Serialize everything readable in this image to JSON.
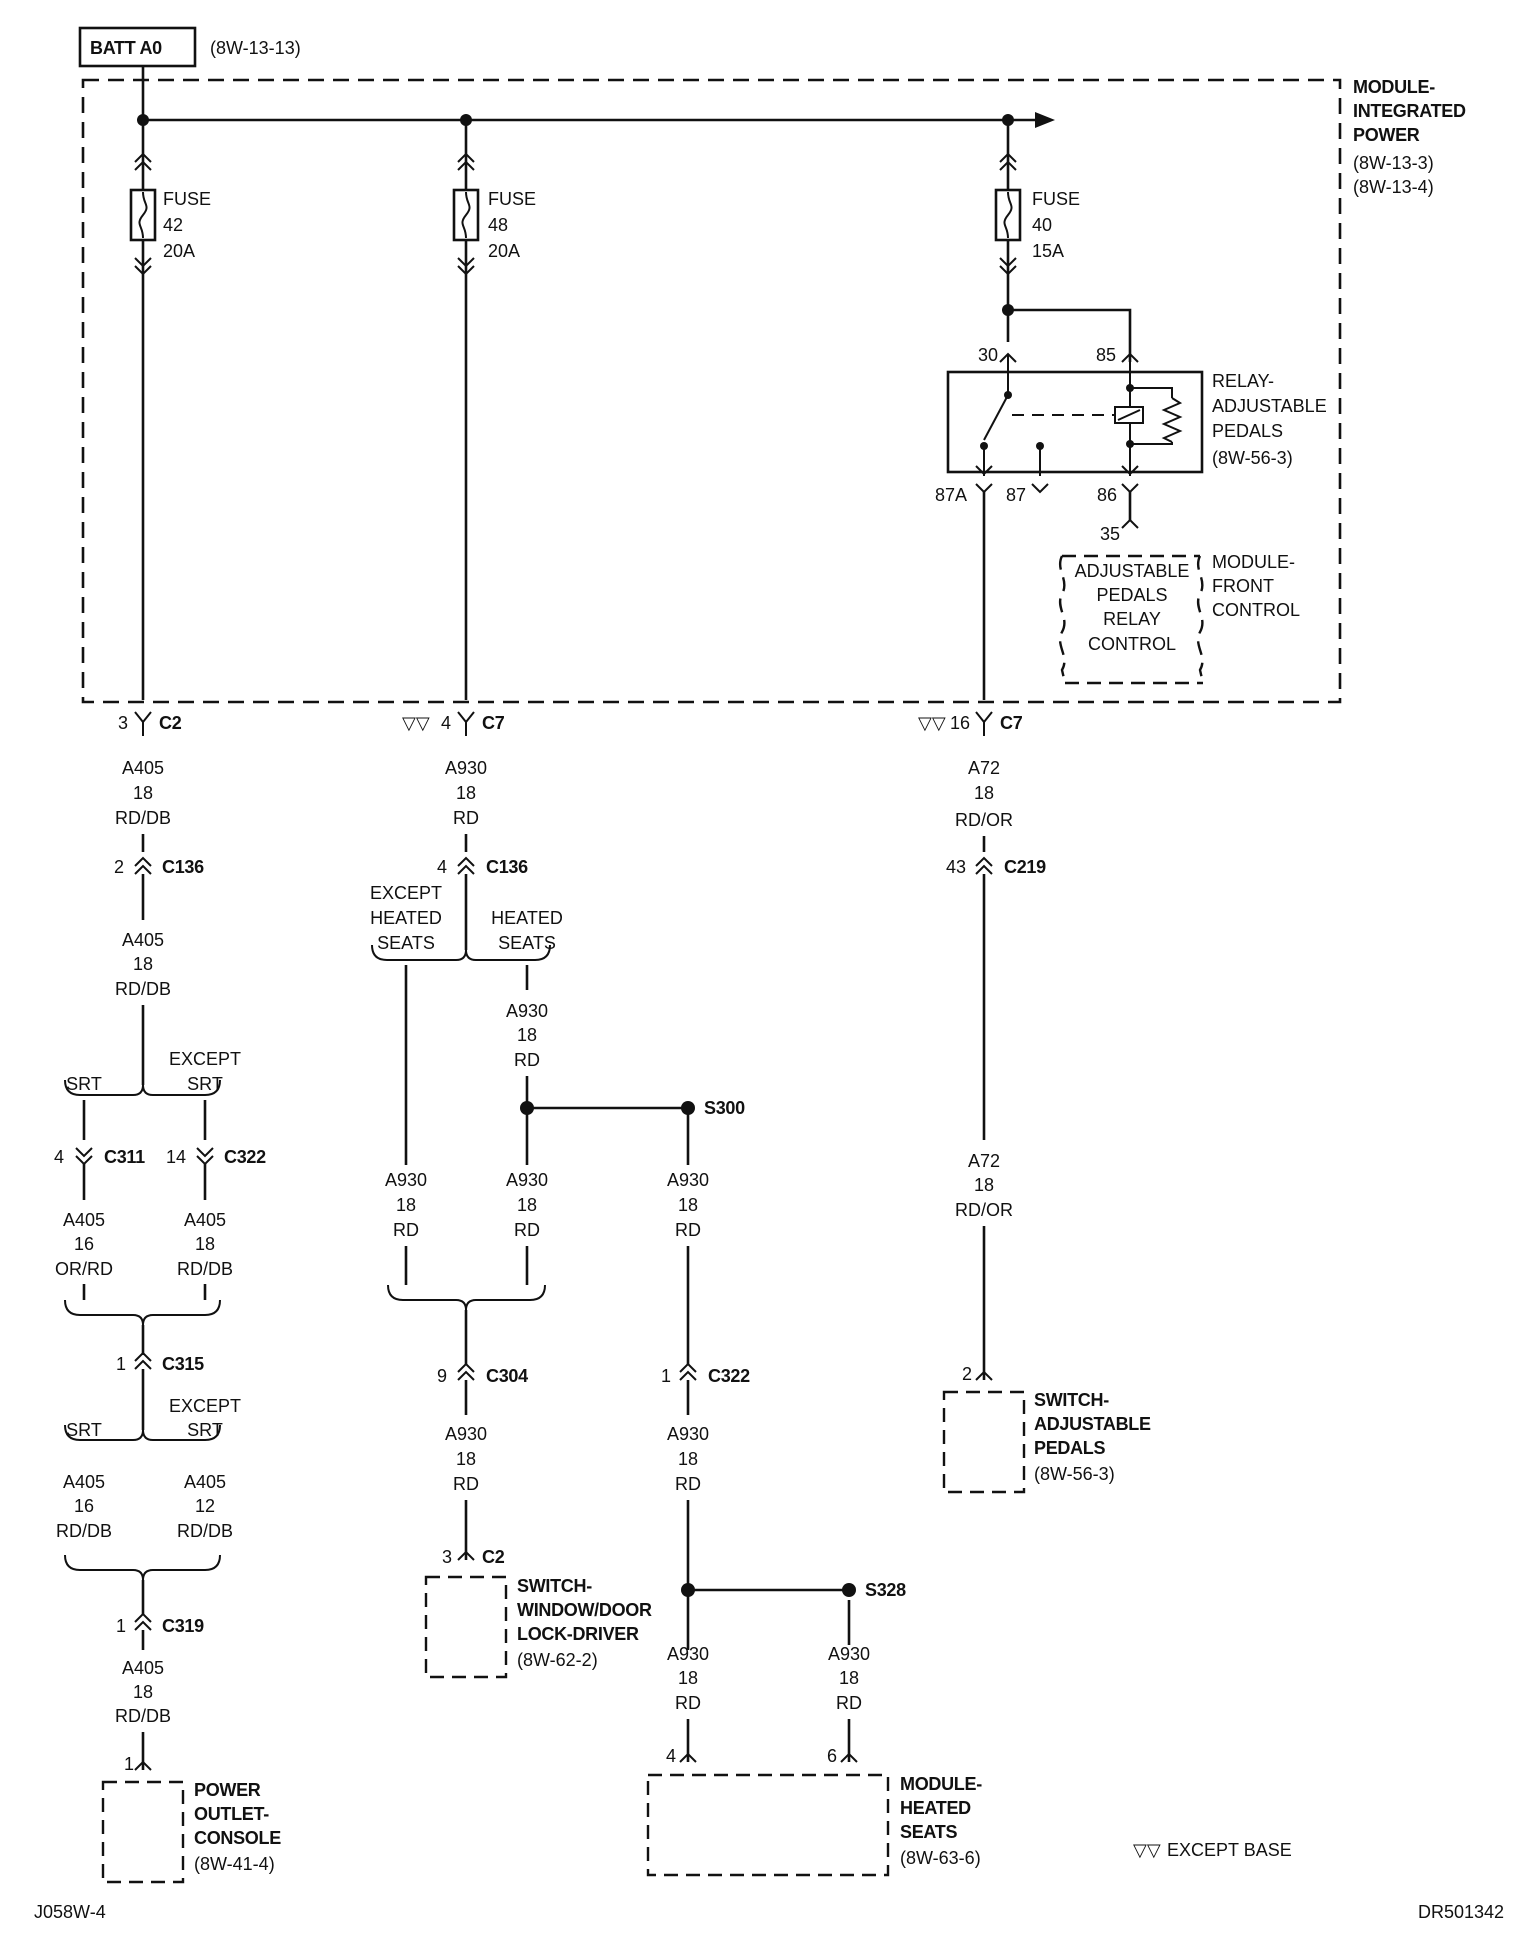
{
  "battery": {
    "box": "BATT A0",
    "ref": "(8W-13-13)"
  },
  "module_integrated_power": {
    "title_l1": "MODULE-",
    "title_l2": "INTEGRATED",
    "title_l3": "POWER",
    "ref1": "(8W-13-3)",
    "ref2": "(8W-13-4)"
  },
  "fuses": [
    {
      "label": "FUSE",
      "number": "42",
      "rating": "20A"
    },
    {
      "label": "FUSE",
      "number": "48",
      "rating": "20A"
    },
    {
      "label": "FUSE",
      "number": "40",
      "rating": "15A"
    }
  ],
  "relay": {
    "title_l1": "RELAY-",
    "title_l2": "ADJUSTABLE",
    "title_l3": "PEDALS",
    "ref": "(8W-56-3)",
    "pin_30": "30",
    "pin_85": "85",
    "pin_87a": "87A",
    "pin_87": "87",
    "pin_86": "86"
  },
  "front_control": {
    "pin": "35",
    "inner_l1": "ADJUSTABLE",
    "inner_l2": "PEDALS",
    "inner_l3": "RELAY",
    "inner_l4": "CONTROL",
    "title_l1": "MODULE-",
    "title_l2": "FRONT",
    "title_l3": "CONTROL"
  },
  "connectors": {
    "c2_top": {
      "pin": "3",
      "name": "C2"
    },
    "c7_mid": {
      "pin": "4",
      "name": "C7"
    },
    "c7_right": {
      "pin": "16",
      "name": "C7"
    },
    "c136_left": {
      "pin": "2",
      "name": "C136"
    },
    "c136_mid": {
      "pin": "4",
      "name": "C136"
    },
    "c219": {
      "pin": "43",
      "name": "C219"
    },
    "c311": {
      "pin": "4",
      "name": "C311"
    },
    "c322_left": {
      "pin": "14",
      "name": "C322"
    },
    "c315": {
      "pin": "1",
      "name": "C315"
    },
    "c319": {
      "pin": "1",
      "name": "C319"
    },
    "c304": {
      "pin": "9",
      "name": "C304"
    },
    "c322_mid": {
      "pin": "1",
      "name": "C322"
    },
    "c2_bottom": {
      "pin": "3",
      "name": "C2"
    }
  },
  "wires": {
    "a405_a": {
      "circuit": "A405",
      "gauge": "18",
      "color": "RD/DB"
    },
    "a405_b": {
      "circuit": "A405",
      "gauge": "18",
      "color": "RD/DB"
    },
    "a405_srt": {
      "circuit": "A405",
      "gauge": "16",
      "color": "OR/RD"
    },
    "a405_exc": {
      "circuit": "A405",
      "gauge": "18",
      "color": "RD/DB"
    },
    "a405_srt2": {
      "circuit": "A405",
      "gauge": "16",
      "color": "RD/DB"
    },
    "a405_exc2": {
      "circuit": "A405",
      "gauge": "12",
      "color": "RD/DB"
    },
    "a405_c": {
      "circuit": "A405",
      "gauge": "18",
      "color": "RD/DB"
    },
    "a930_a": {
      "circuit": "A930",
      "gauge": "18",
      "color": "RD"
    },
    "a930_b": {
      "circuit": "A930",
      "gauge": "18",
      "color": "RD"
    },
    "a930_c": {
      "circuit": "A930",
      "gauge": "18",
      "color": "RD"
    },
    "a930_d": {
      "circuit": "A930",
      "gauge": "18",
      "color": "RD"
    },
    "a930_e": {
      "circuit": "A930",
      "gauge": "18",
      "color": "RD"
    },
    "a930_f": {
      "circuit": "A930",
      "gauge": "18",
      "color": "RD"
    },
    "a930_g": {
      "circuit": "A930",
      "gauge": "18",
      "color": "RD"
    },
    "a930_h": {
      "circuit": "A930",
      "gauge": "18",
      "color": "RD"
    },
    "a930_i": {
      "circuit": "A930",
      "gauge": "18",
      "color": "RD"
    },
    "a72_a": {
      "circuit": "A72",
      "gauge": "18",
      "color": "RD/OR"
    },
    "a72_b": {
      "circuit": "A72",
      "gauge": "18",
      "color": "RD/OR"
    }
  },
  "options": {
    "srt": "SRT",
    "except_l1": "EXCEPT",
    "except_srt": "SRT",
    "srt2": "SRT",
    "except2_l1": "EXCEPT",
    "except2_srt": "SRT",
    "except_heated_l1": "EXCEPT",
    "except_heated_l2": "HEATED",
    "except_heated_l3": "SEATS",
    "heated_l1": "HEATED",
    "heated_l2": "SEATS"
  },
  "splices": {
    "s300": "S300",
    "s328": "S328"
  },
  "components": {
    "power_outlet": {
      "pin": "1",
      "l1": "POWER",
      "l2": "OUTLET-",
      "l3": "CONSOLE",
      "ref": "(8W-41-4)"
    },
    "switch_window": {
      "l1": "SWITCH-",
      "l2": "WINDOW/DOOR",
      "l3": "LOCK-DRIVER",
      "ref": "(8W-62-2)"
    },
    "heated_seats": {
      "pin_a": "4",
      "pin_b": "6",
      "l1": "MODULE-",
      "l2": "HEATED",
      "l3": "SEATS",
      "ref": "(8W-63-6)"
    },
    "switch_pedals": {
      "pin": "2",
      "l1": "SWITCH-",
      "l2": "ADJUSTABLE",
      "l3": "PEDALS",
      "ref": "(8W-56-3)"
    }
  },
  "legend": {
    "symbol": "▽▽",
    "text": "EXCEPT BASE"
  },
  "footer": {
    "left": "J058W-4",
    "right": "DR501342"
  }
}
